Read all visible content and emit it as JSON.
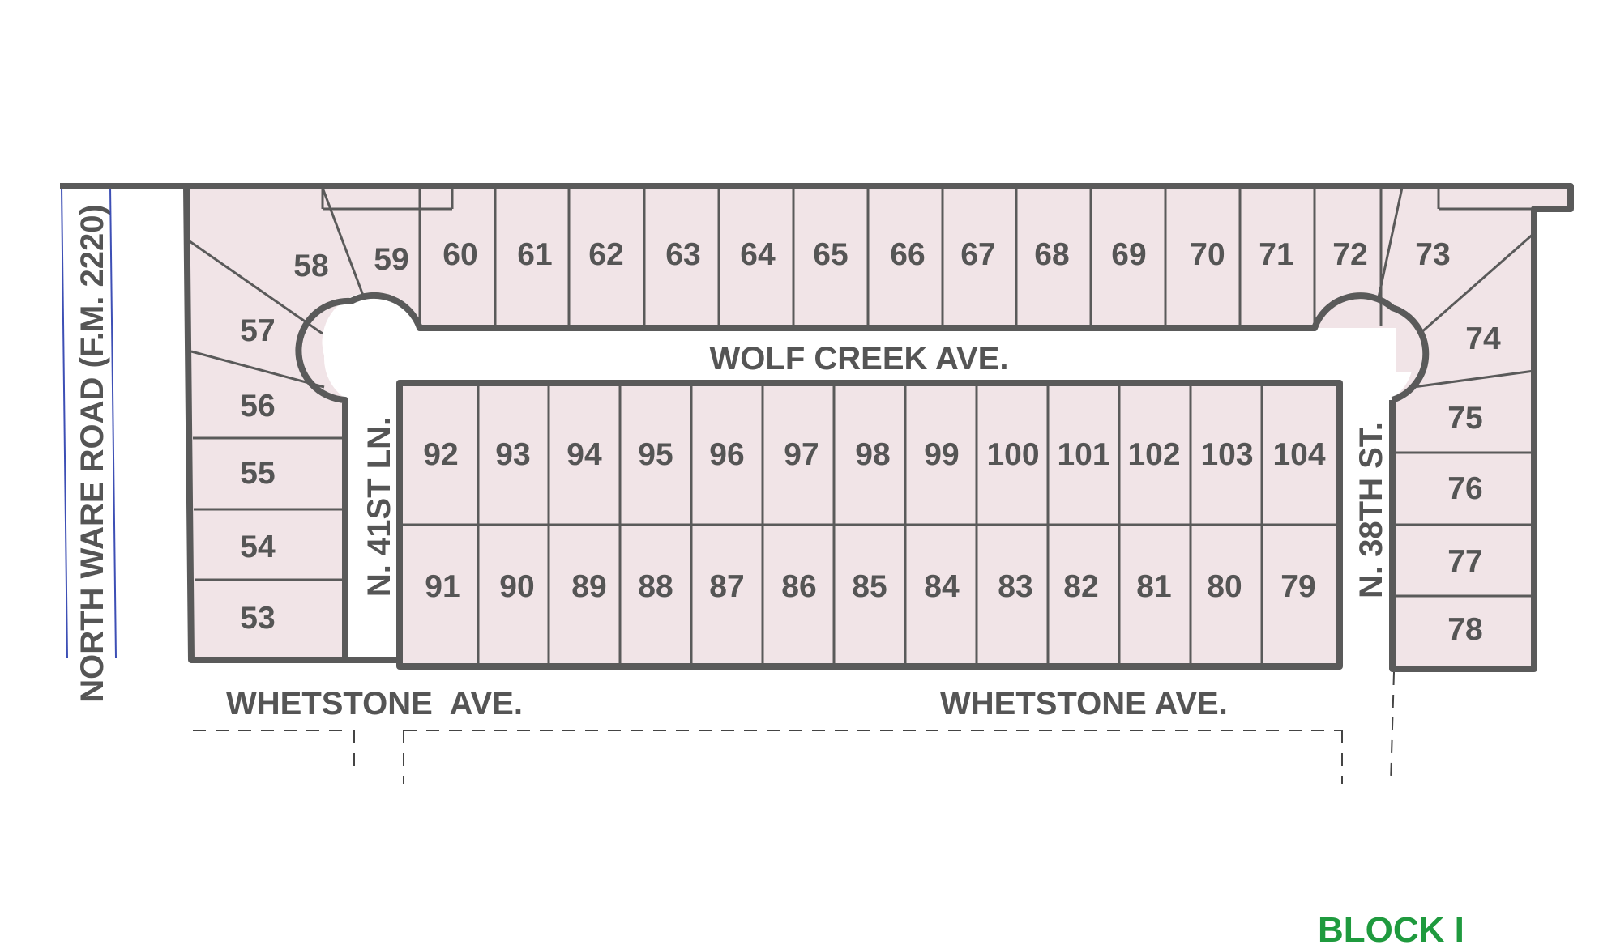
{
  "colors": {
    "lot_fill": "#f1e4e7",
    "line": "#5a5a5a",
    "road_edge": "#3d4fb5",
    "text": "#555555",
    "block_label": "#1f9a3e"
  },
  "streets": {
    "north_ware_road": "NORTH WARE ROAD (F.M. 2220)",
    "wolf_creek": "WOLF CREEK AVE.",
    "n_41st": "N. 41ST LN.",
    "n_38th": "N. 38TH ST.",
    "whetstone_west": "WHETSTONE  AVE.",
    "whetstone_east": "WHETSTONE AVE."
  },
  "block": "BLOCK I",
  "lots": {
    "north_row": [
      "58",
      "59",
      "60",
      "61",
      "62",
      "63",
      "64",
      "65",
      "66",
      "67",
      "68",
      "69",
      "70",
      "71",
      "72",
      "73"
    ],
    "west_column": [
      "57",
      "56",
      "55",
      "54",
      "53"
    ],
    "east_column": [
      "74",
      "75",
      "76",
      "77",
      "78"
    ],
    "center_top": [
      "92",
      "93",
      "94",
      "95",
      "96",
      "97",
      "98",
      "99",
      "100",
      "101",
      "102",
      "103",
      "104"
    ],
    "center_bottom": [
      "91",
      "90",
      "89",
      "88",
      "87",
      "86",
      "85",
      "84",
      "83",
      "82",
      "81",
      "80",
      "79"
    ]
  }
}
